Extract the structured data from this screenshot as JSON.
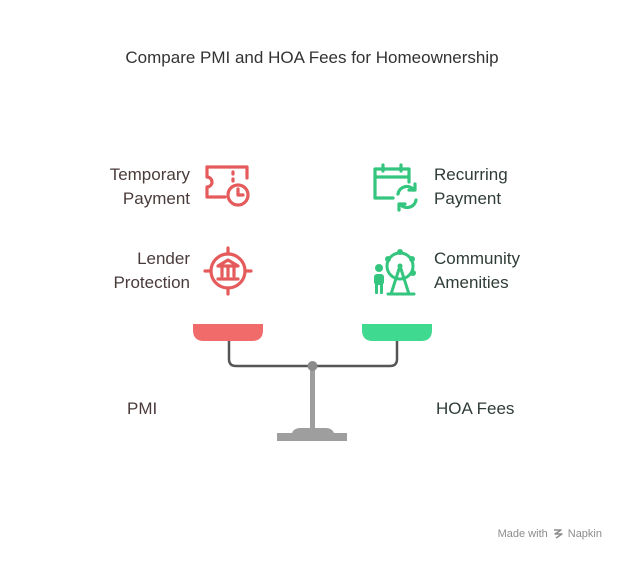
{
  "title": "Compare PMI and HOA Fees for Homeownership",
  "left": {
    "name": "PMI",
    "color": "#f26b6b",
    "features": [
      {
        "line1": "Temporary",
        "line2": "Payment",
        "icon": "ticket-clock-icon"
      },
      {
        "line1": "Lender",
        "line2": "Protection",
        "icon": "bank-target-icon"
      }
    ]
  },
  "right": {
    "name": "HOA Fees",
    "color": "#3fd98f",
    "features": [
      {
        "line1": "Recurring",
        "line2": "Payment",
        "icon": "calendar-refresh-icon"
      },
      {
        "line1": "Community",
        "line2": "Amenities",
        "icon": "ferris-wheel-icon"
      }
    ]
  },
  "footer": {
    "made_with": "Made with",
    "brand": "Napkin"
  }
}
